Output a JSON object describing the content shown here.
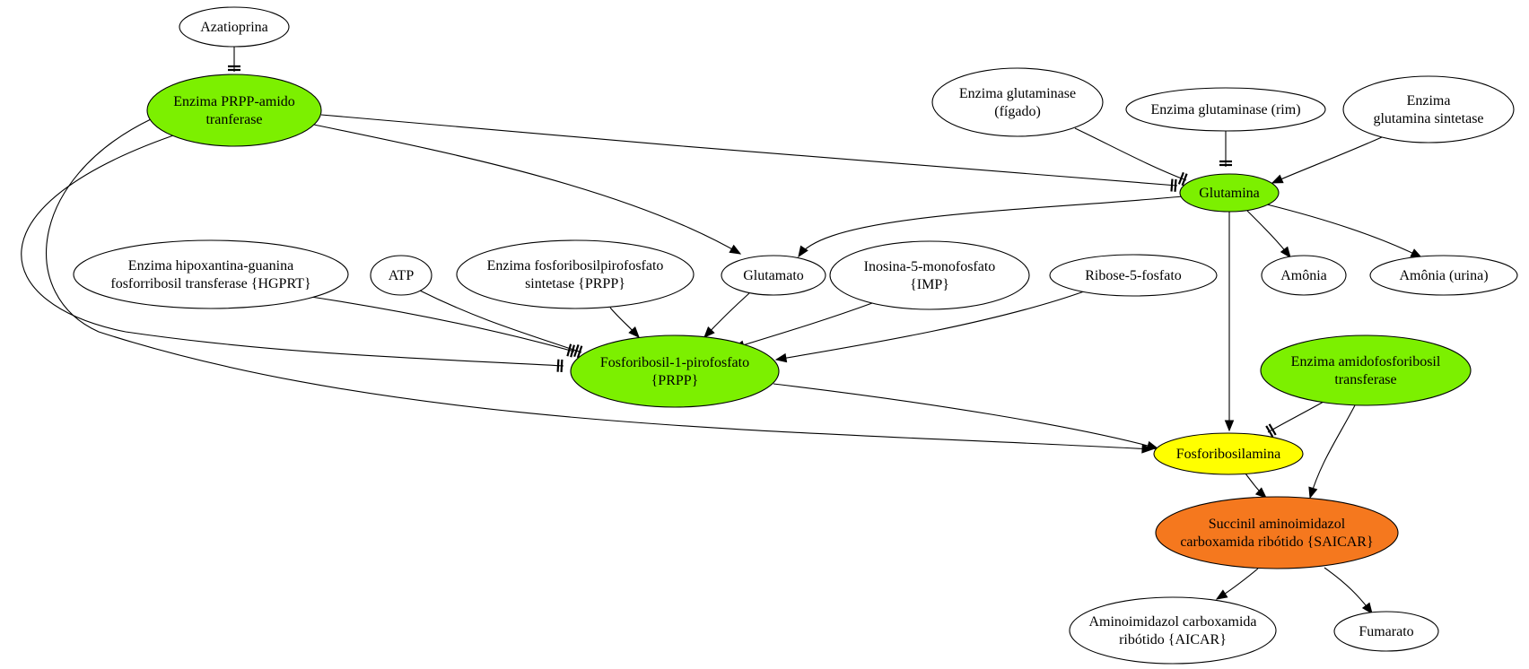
{
  "colors": {
    "green": "#7cf000",
    "yellow": "#ffff00",
    "orange": "#f5781e",
    "white": "#ffffff"
  },
  "nodes": {
    "azatioprina": {
      "lines": [
        "Azatioprina"
      ],
      "fill": "white"
    },
    "prpp_amido": {
      "lines": [
        "Enzima PRPP-amido",
        "tranferase"
      ],
      "fill": "green"
    },
    "glutaminase_figado": {
      "lines": [
        "Enzima glutaminase",
        "(fígado)"
      ],
      "fill": "white"
    },
    "glutaminase_rim": {
      "lines": [
        "Enzima glutaminase (rim)"
      ],
      "fill": "white"
    },
    "glutamina_sintetase": {
      "lines": [
        "Enzima",
        "glutamina sintetase"
      ],
      "fill": "white"
    },
    "glutamina": {
      "lines": [
        "Glutamina"
      ],
      "fill": "green"
    },
    "hgprt": {
      "lines": [
        "Enzima hipoxantina-guanina",
        "fosforribosil transferase {HGPRT}"
      ],
      "fill": "white"
    },
    "atp": {
      "lines": [
        "ATP"
      ],
      "fill": "white"
    },
    "prpp_sintetase": {
      "lines": [
        "Enzima fosforibosilpirofosfato",
        "sintetase {PRPP}"
      ],
      "fill": "white"
    },
    "glutamato": {
      "lines": [
        "Glutamato"
      ],
      "fill": "white"
    },
    "imp": {
      "lines": [
        "Inosina-5-monofosfato",
        "{IMP}"
      ],
      "fill": "white"
    },
    "ribose": {
      "lines": [
        "Ribose-5-fosfato"
      ],
      "fill": "white"
    },
    "amonia": {
      "lines": [
        "Amônia"
      ],
      "fill": "white"
    },
    "amonia_urina": {
      "lines": [
        "Amônia (urina)"
      ],
      "fill": "white"
    },
    "prpp": {
      "lines": [
        "Fosforibosil-1-pirofosfato",
        "{PRPP}"
      ],
      "fill": "green"
    },
    "amidofosforibosil": {
      "lines": [
        "Enzima amidofosforibosil",
        "transferase"
      ],
      "fill": "green"
    },
    "fosforibosilamina": {
      "lines": [
        "Fosforibosilamina"
      ],
      "fill": "yellow"
    },
    "saicar": {
      "lines": [
        "Succinil aminoimidazol",
        "carboxamida ribótido {SAICAR}"
      ],
      "fill": "orange"
    },
    "aicar": {
      "lines": [
        "Aminoimidazol carboxamida",
        "ribótido {AICAR}"
      ],
      "fill": "white"
    },
    "fumarato": {
      "lines": [
        "Fumarato"
      ],
      "fill": "white"
    }
  },
  "edges": [
    {
      "from": "azatioprina",
      "to": "prpp_amido",
      "type": "inhibit"
    },
    {
      "from": "prpp_amido",
      "to": "glutamina",
      "type": "inhibit"
    },
    {
      "from": "prpp_amido",
      "to": "glutamato",
      "type": "arrow"
    },
    {
      "from": "prpp_amido",
      "to": "prpp",
      "type": "inhibit"
    },
    {
      "from": "prpp_amido",
      "to": "fosforibosilamina",
      "type": "arrow"
    },
    {
      "from": "glutaminase_figado",
      "to": "glutamina",
      "type": "inhibit"
    },
    {
      "from": "glutaminase_rim",
      "to": "glutamina",
      "type": "inhibit"
    },
    {
      "from": "glutamina_sintetase",
      "to": "glutamina",
      "type": "arrow"
    },
    {
      "from": "glutamina",
      "to": "glutamato",
      "type": "arrow"
    },
    {
      "from": "glutamina",
      "to": "amonia",
      "type": "arrow"
    },
    {
      "from": "glutamina",
      "to": "amonia_urina",
      "type": "arrow"
    },
    {
      "from": "glutamina",
      "to": "fosforibosilamina",
      "type": "arrow"
    },
    {
      "from": "hgprt",
      "to": "prpp",
      "type": "inhibit"
    },
    {
      "from": "atp",
      "to": "prpp",
      "type": "inhibit"
    },
    {
      "from": "prpp_sintetase",
      "to": "prpp",
      "type": "arrow"
    },
    {
      "from": "glutamato",
      "to": "prpp",
      "type": "arrow"
    },
    {
      "from": "imp",
      "to": "prpp",
      "type": "arrow"
    },
    {
      "from": "ribose",
      "to": "prpp",
      "type": "arrow"
    },
    {
      "from": "prpp",
      "to": "fosforibosilamina",
      "type": "arrow"
    },
    {
      "from": "amidofosforibosil",
      "to": "fosforibosilamina",
      "type": "inhibit"
    },
    {
      "from": "amidofosforibosil",
      "to": "saicar",
      "type": "arrow"
    },
    {
      "from": "fosforibosilamina",
      "to": "saicar",
      "type": "arrow"
    },
    {
      "from": "saicar",
      "to": "aicar",
      "type": "arrow"
    },
    {
      "from": "saicar",
      "to": "fumarato",
      "type": "arrow"
    }
  ]
}
